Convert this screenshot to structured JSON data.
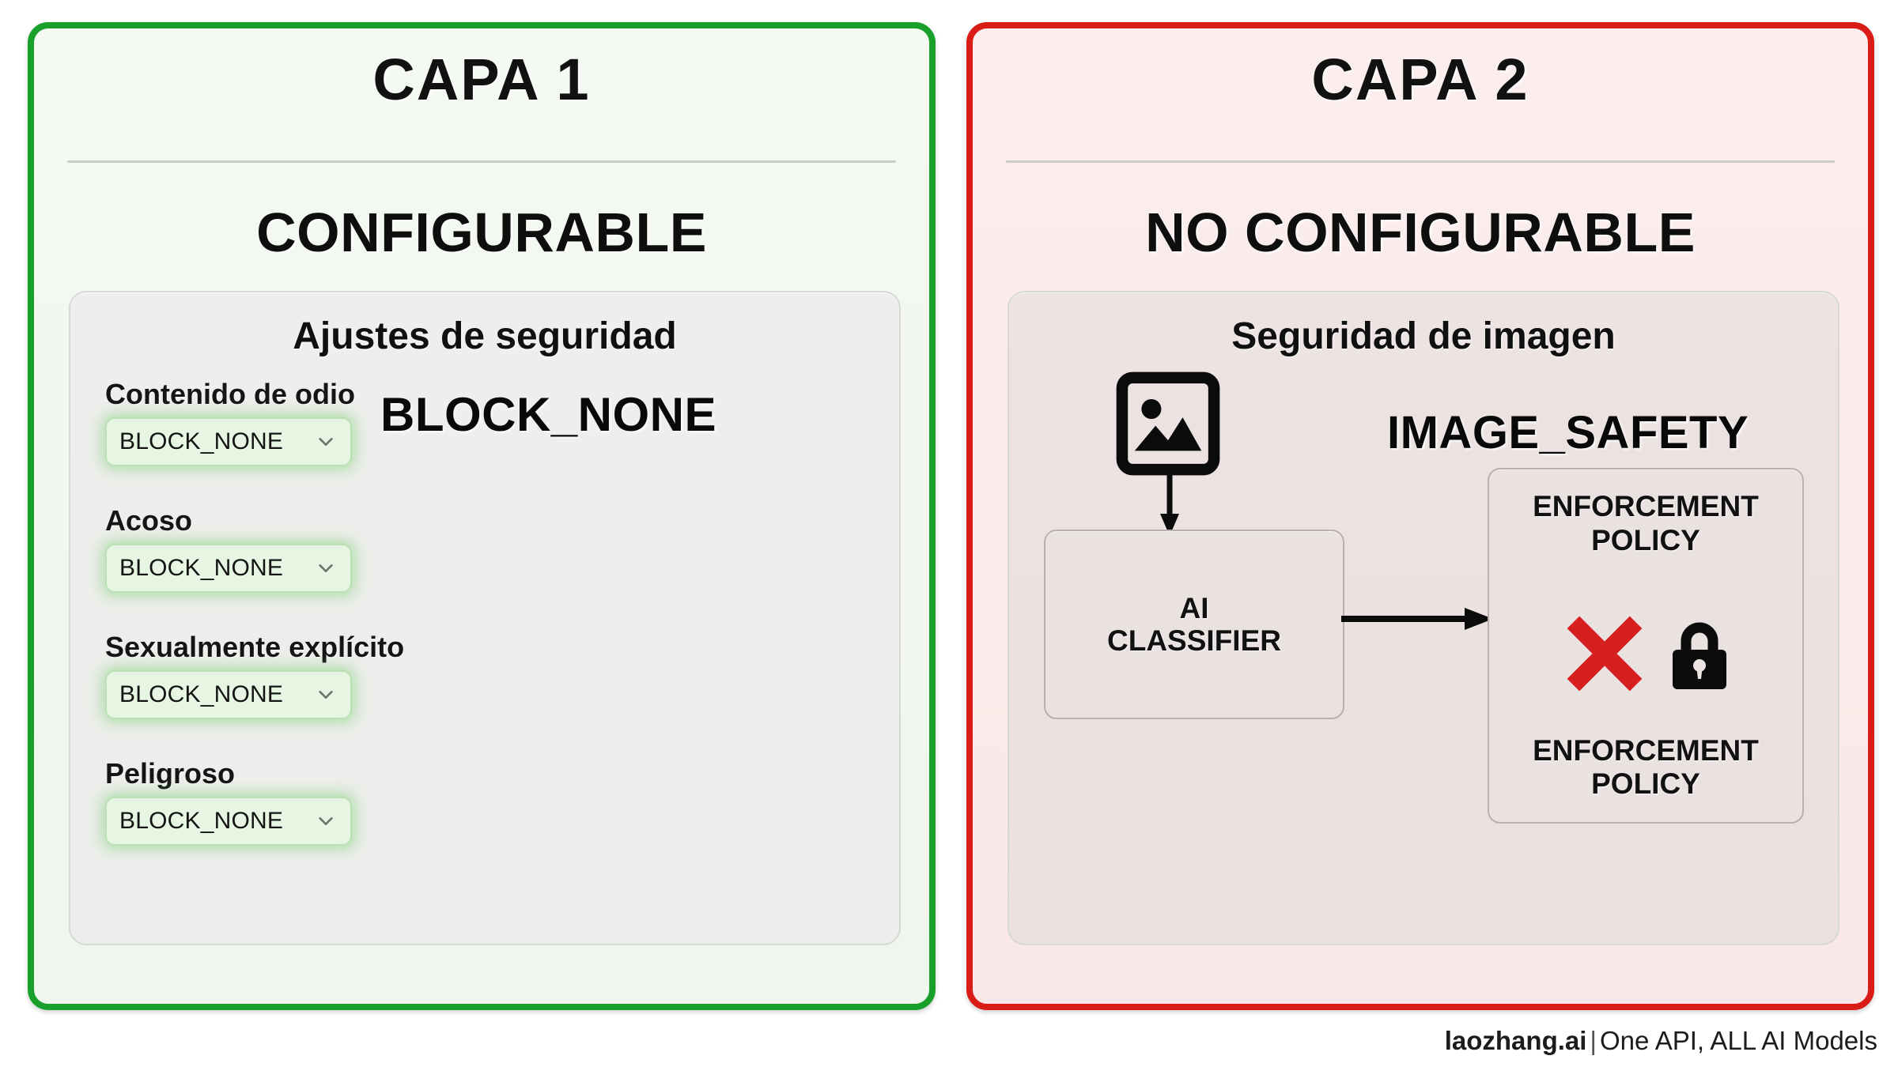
{
  "panels": {
    "left": {
      "layer_title": "CAPA 1",
      "config_status": "CONFIGURABLE",
      "accent_color": "#18a02a",
      "background_color": "#f1f7ef",
      "card": {
        "heading": "Ajustes de seguridad",
        "highlight_value": "BLOCK_NONE",
        "fields": [
          {
            "label": "Contenido de odio",
            "value": "BLOCK_NONE",
            "icon": "chevron-down-icon"
          },
          {
            "label": "Acoso",
            "value": "BLOCK_NONE",
            "icon": "chevron-down-icon"
          },
          {
            "label": "Sexualmente explícito",
            "value": "BLOCK_NONE",
            "icon": "chevron-down-icon"
          },
          {
            "label": "Peligroso",
            "value": "BLOCK_NONE",
            "icon": "chevron-down-icon"
          }
        ]
      }
    },
    "right": {
      "layer_title": "CAPA 2",
      "config_status": "NO CONFIGURABLE",
      "accent_color": "#d91c16",
      "background_color": "#faeae9",
      "card": {
        "heading": "Seguridad de imagen",
        "highlight_value": "IMAGE_SAFETY",
        "image_icon": "image-placeholder-icon",
        "arrow_down_icon": "arrow-down-icon",
        "arrow_right_icon": "arrow-right-icon",
        "classifier_box": "AI\nCLASSIFIER",
        "policy_box": {
          "title": "ENFORCEMENT\nPOLICY",
          "footer": "ENFORCEMENT\nPOLICY",
          "block_icon": "red-x-icon",
          "lock_icon": "lock-icon",
          "block_icon_color": "#d62020"
        }
      }
    }
  },
  "watermark": {
    "brand": "laozhang.ai",
    "separator": "|",
    "tagline": "One API, ALL AI Models"
  }
}
